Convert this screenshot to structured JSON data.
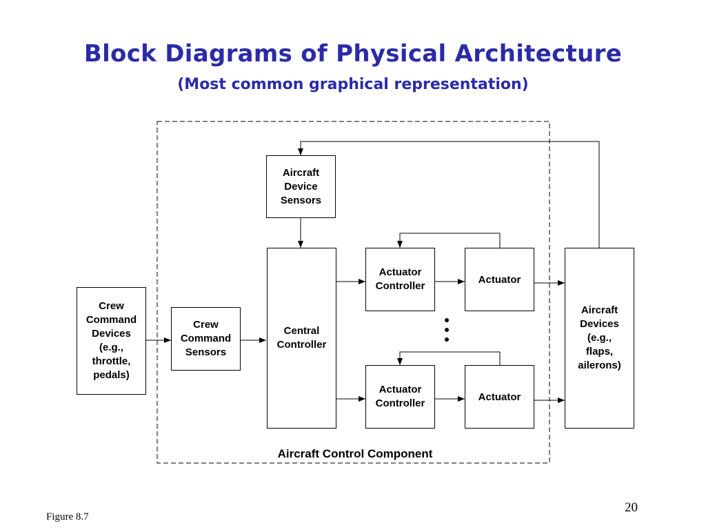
{
  "slide": {
    "title": "Block Diagrams of Physical Architecture",
    "subtitle": "(Most common graphical representation)",
    "page_number": "20",
    "figure_label": "Figure 8.7"
  },
  "diagram": {
    "component_label": "Aircraft Control Component",
    "blocks": {
      "crew_command_devices": "Crew\nCommand\nDevices\n(e.g.,\nthrottle,\npedals)",
      "crew_command_sensors": "Crew\nCommand\nSensors",
      "aircraft_device_sensors": "Aircraft\nDevice\nSensors",
      "central_controller": "Central\nController",
      "actuator_controller_1": "Actuator\nController",
      "actuator_1": "Actuator",
      "actuator_controller_2": "Actuator\nController",
      "actuator_2": "Actuator",
      "aircraft_devices": "Aircraft\nDevices\n(e.g.,\nflaps,\nailerons)"
    }
  }
}
